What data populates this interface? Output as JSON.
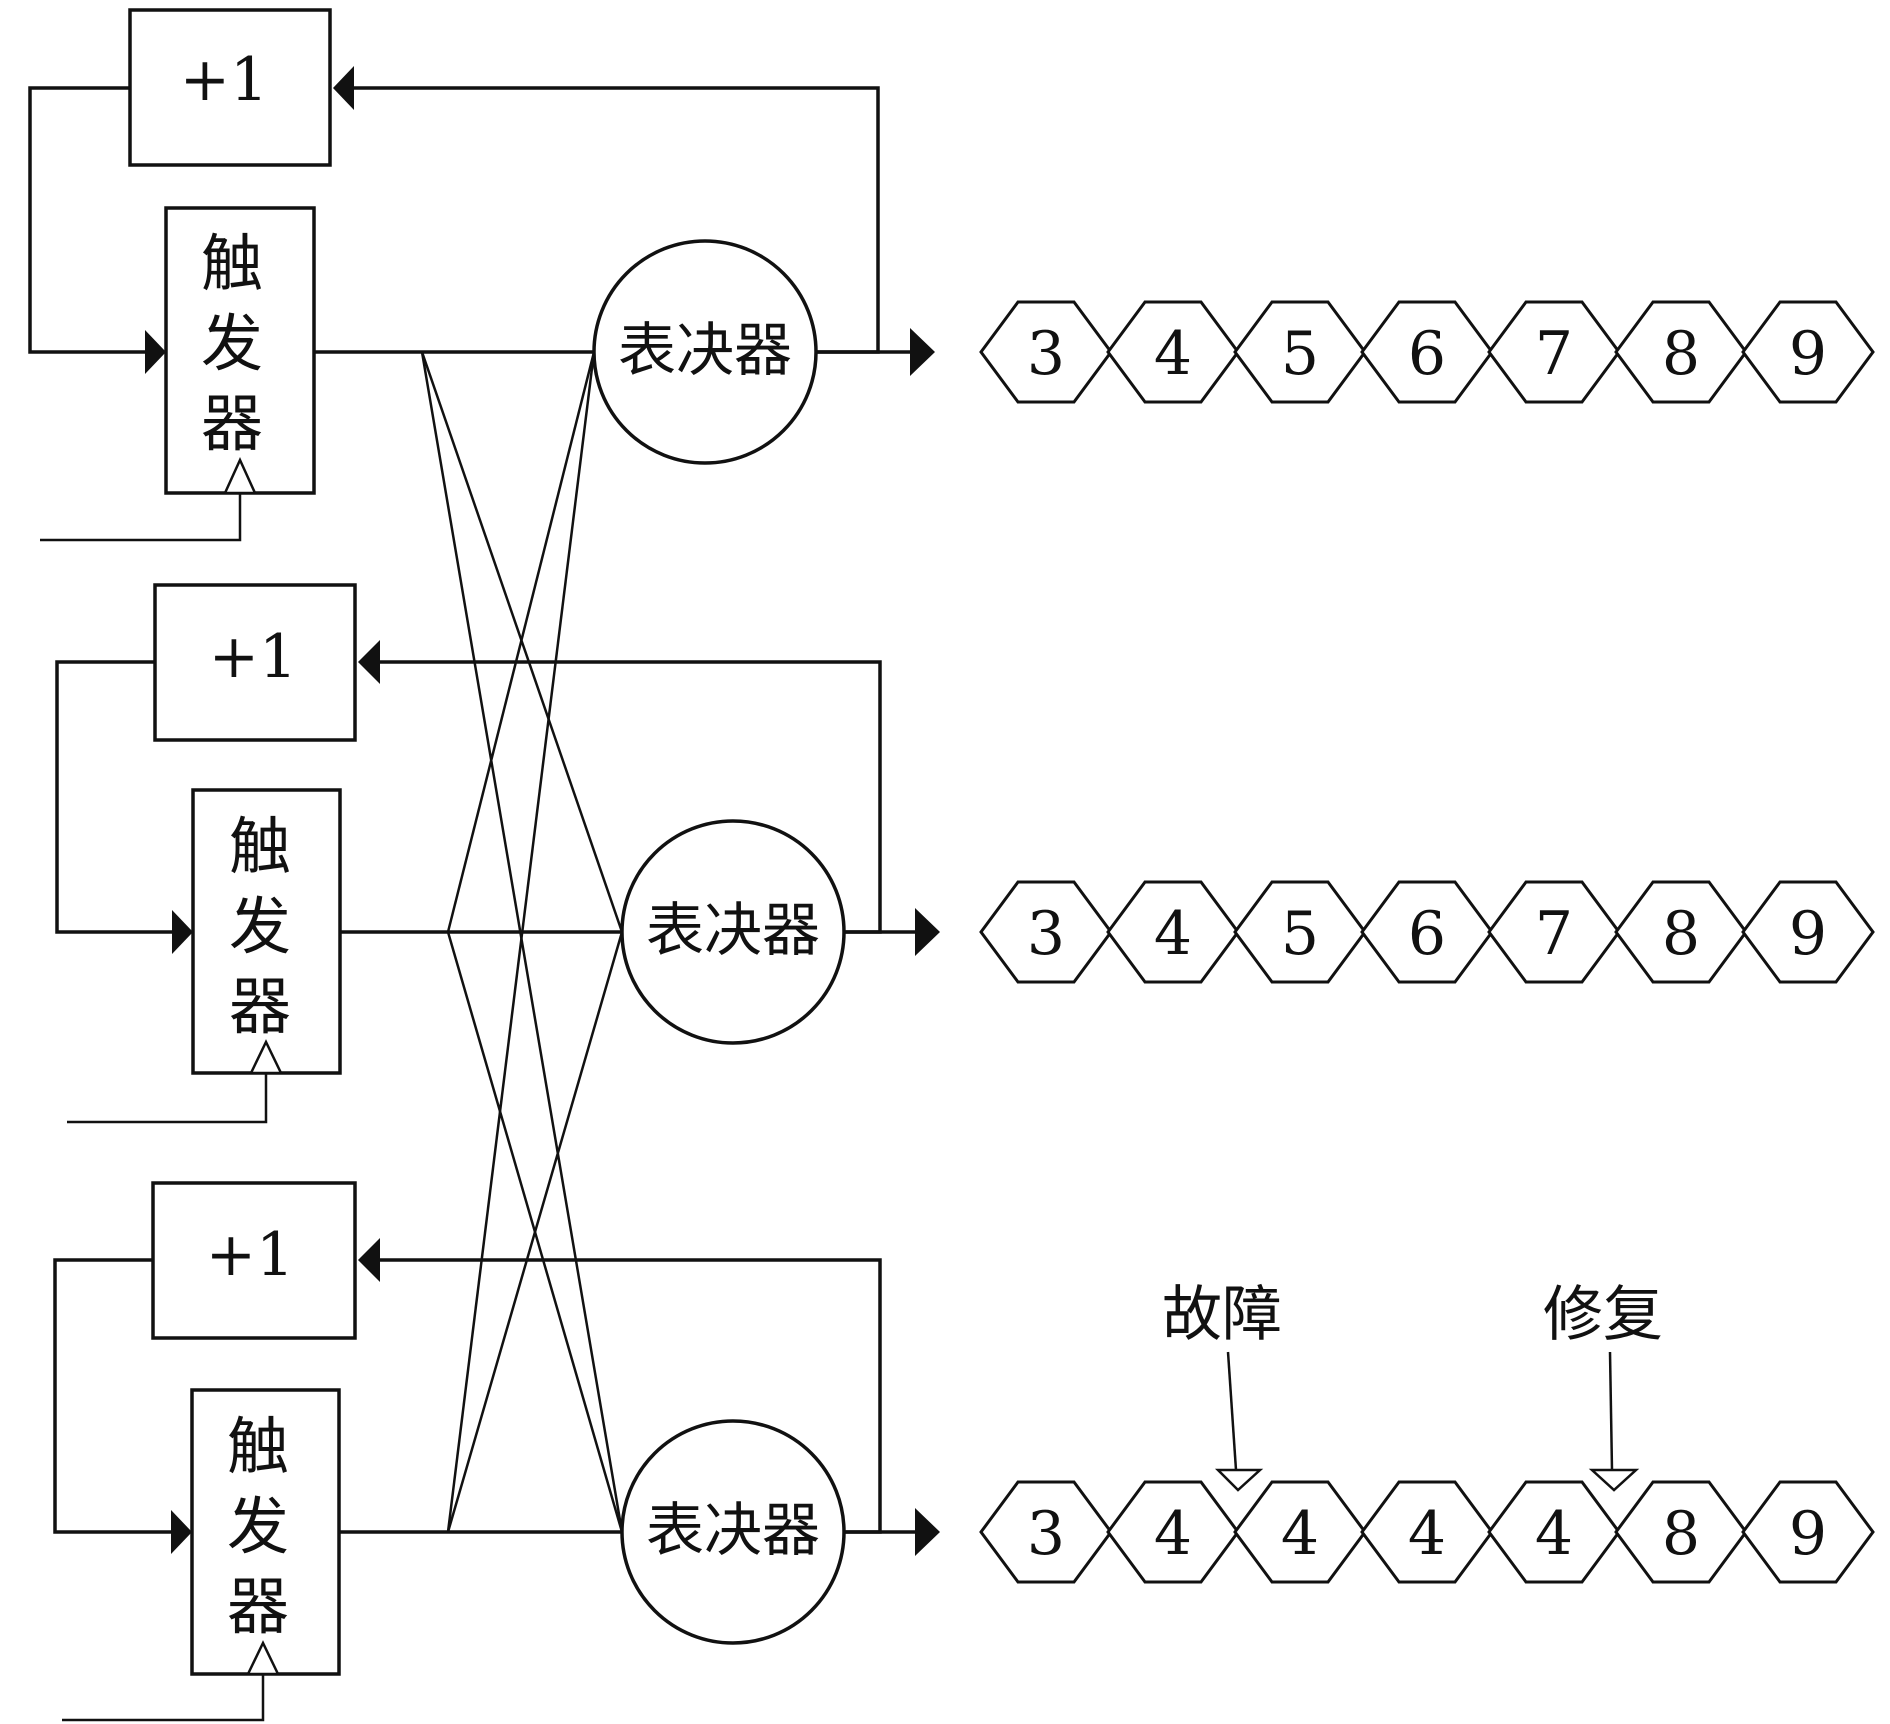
{
  "labels": {
    "increment": "+1",
    "flipflop": [
      "触",
      "发",
      "器"
    ],
    "voter": "表决器",
    "fault": "故障",
    "repair": "修复"
  },
  "sequences": [
    [
      "3",
      "4",
      "5",
      "6",
      "7",
      "8",
      "9"
    ],
    [
      "3",
      "4",
      "5",
      "6",
      "7",
      "8",
      "9"
    ],
    [
      "3",
      "4",
      "4",
      "4",
      "4",
      "8",
      "9"
    ]
  ]
}
